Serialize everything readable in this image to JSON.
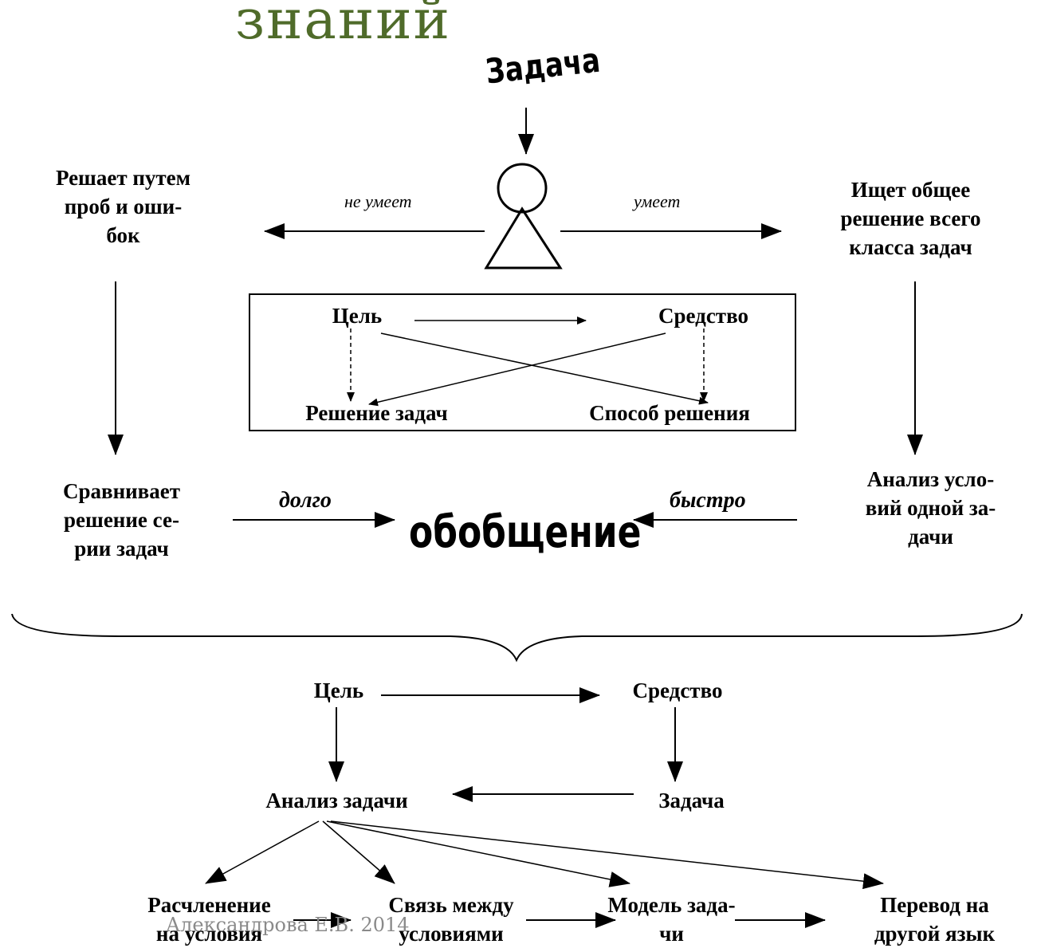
{
  "title": "знаний",
  "top_task": "Задача",
  "person_icon": "person-icon",
  "top": {
    "cannot_label": "не умеет",
    "can_label": "умеет",
    "left_text": "Решает путем\nпроб и оши-\nбок",
    "right_text": "Ищет общее\nрешение всего\nкласса  задач"
  },
  "box": {
    "goal": "Цель",
    "means": "Средство",
    "solution": "Решение задач",
    "method": "Способ решения"
  },
  "middle": {
    "left_text": "Сравнивает\nрешение се-\nрии   задач",
    "right_text": "Анализ усло-\nвий одной  за-\nдачи",
    "slow_label": "долго",
    "fast_label": "быстро",
    "generalization": "обобщение"
  },
  "lower": {
    "goal": "Цель",
    "means": "Средство",
    "analysis": "Анализ задачи",
    "task": "Задача",
    "step1": "Расчленение\nна условия",
    "step2": "Связь между\nусловиями",
    "step3": "Модель зада-\nчи",
    "step4": "Перевод на\nдругой язык"
  },
  "footer": "Александрова Е.В. 2014"
}
